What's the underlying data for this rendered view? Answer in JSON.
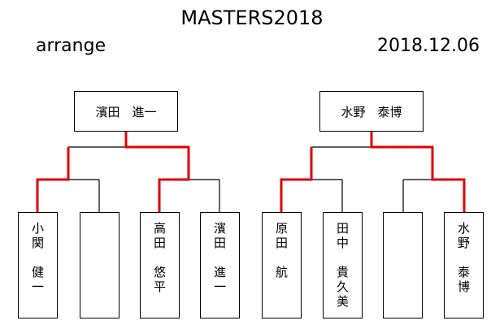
{
  "header": {
    "title": "MASTERS2018",
    "subtitle": "arrange",
    "date": "2018.12.06"
  },
  "winners": {
    "left": "濱田　進一",
    "right": "水野　泰博"
  },
  "players": [
    {
      "name": "小\n関\n\n健\n一",
      "advanced": true
    },
    {
      "name": "",
      "advanced": false
    },
    {
      "name": "高\n田\n\n悠\n平",
      "advanced": true
    },
    {
      "name": "濱\n田\n\n進\n一",
      "advanced": false
    },
    {
      "name": "原\n田\n\n航",
      "advanced": true
    },
    {
      "name": "田\n中\n\n貴\n久\n美",
      "advanced": false
    },
    {
      "name": "",
      "advanced": false
    },
    {
      "name": "水\n野\n\n泰\n博",
      "advanced": true
    }
  ],
  "colors": {
    "line": "#000000",
    "advance": "#e00000"
  }
}
